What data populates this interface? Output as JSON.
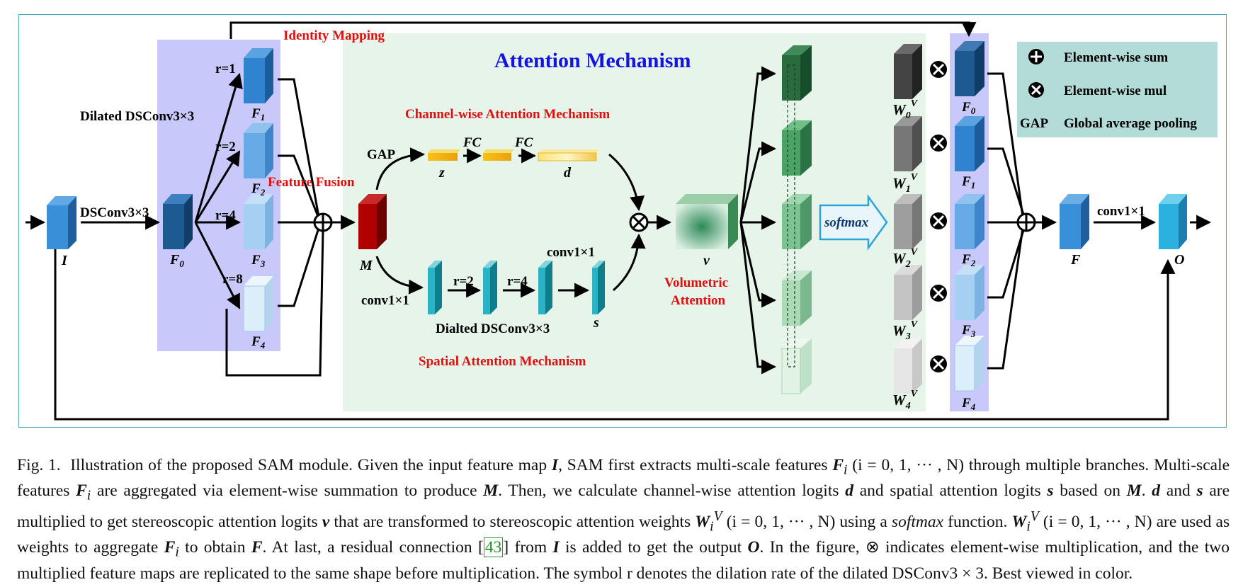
{
  "labels": {
    "identity_mapping": "Identity Mapping",
    "attention_mechanism": "Attention Mechanism",
    "channel_attention": "Channel-wise Attention Mechanism",
    "spatial_attention": "Spatial Attention Mechanism",
    "feature_fusion": "Feature Fusion",
    "volumetric_attention_1": "Volumetric",
    "volumetric_attention_2": "Attention",
    "dilated_dsconv": "Dilated DSConv3×3",
    "dsconv": "DSConv3×3",
    "dialted_dsconv": "Dialted DSConv3×3",
    "gap": "GAP",
    "fc1": "FC",
    "fc2": "FC",
    "conv1x1_a": "conv1×1",
    "conv1x1_b": "conv1×1",
    "conv1x1_out": "conv1×1",
    "softmax": "softmax",
    "r1": "r=1",
    "r2": "r=2",
    "r4": "r=4",
    "r8": "r=8",
    "sp_r2": "r=2",
    "sp_r4": "r=4",
    "var_I": "I",
    "var_F0": "F",
    "var_M": "M",
    "var_z": "z",
    "var_d": "d",
    "var_s": "s",
    "var_v": "v",
    "var_F": "F",
    "var_O": "O"
  },
  "branch_features": [
    "F1",
    "F2",
    "F3",
    "F4"
  ],
  "weights": [
    "W0",
    "W1",
    "W2",
    "W3",
    "W4"
  ],
  "output_features": [
    "F0",
    "F1",
    "F2",
    "F3",
    "F4"
  ],
  "legend": {
    "sum_label": "Element-wise sum",
    "mul_label": "Element-wise mul",
    "gap_key": "GAP",
    "gap_label": "Global average pooling"
  },
  "colors": {
    "frame": "#4aa7b8",
    "multiscale_panel": "#c8c8fa",
    "attention_panel": "#e6f4ea",
    "legend_bg": "#b3dcd9",
    "title_blue": "#1414e0",
    "red_text": "#e01010"
  },
  "caption": {
    "fig": "Fig. 1.",
    "s1": "Illustration of the proposed SAM module. Given the input feature map",
    "s2": ", SAM first extracts multi-scale features",
    "s3": "(i = 0, 1, ··· , N) through multiple branches. Multi-scale features",
    "s4": "are aggregated via element-wise summation to produce",
    "s5": ". Then, we calculate channel-wise attention logits",
    "s6": "and spatial attention logits",
    "s7": "based on",
    "s8": "and",
    "s9": "are multiplied to get stereoscopic attention logits",
    "s10": "that are transformed to stereoscopic attention weights",
    "s11": "(i = 0, 1, ··· , N) using a",
    "s12": "softmax",
    "s13": "function.",
    "s14": "(i = 0, 1, ··· , N) are used as weights to aggregate",
    "s15": "to obtain",
    "s16": ". At last, a residual connection",
    "ref": "43",
    "s17": "from",
    "s18": "is added to get the output",
    "s19": ". In the figure, ⊗ indicates element-wise multiplication, and the two multiplied feature maps are replicated to the same shape before multiplication. The symbol r denotes the dilation rate of the dilated DSConv3 × 3. Best viewed in color."
  }
}
